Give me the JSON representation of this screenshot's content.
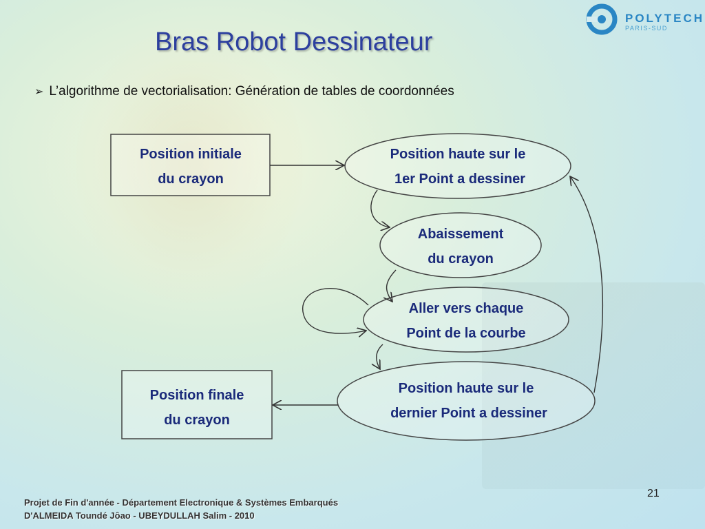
{
  "logo": {
    "name": "POLYTECH",
    "sub": "PARIS-SUD"
  },
  "title": "Bras Robot Dessinateur",
  "bullet": "L’algorithme de vectorialisation: Génération de tables de coordonnées",
  "diagram": {
    "nodes": [
      {
        "id": "pos-init",
        "shape": "rect",
        "lines": [
          "Position initiale",
          "du crayon"
        ]
      },
      {
        "id": "pos-haute-1",
        "shape": "ellipse",
        "lines": [
          "Position haute sur le",
          "1er Point a dessiner"
        ]
      },
      {
        "id": "abaissement",
        "shape": "ellipse",
        "lines": [
          "Abaissement",
          "du crayon"
        ]
      },
      {
        "id": "aller",
        "shape": "ellipse",
        "lines": [
          "Aller vers chaque",
          "Point de la courbe"
        ]
      },
      {
        "id": "pos-haute-dernier",
        "shape": "ellipse",
        "lines": [
          "Position haute sur le",
          "dernier Point a dessiner"
        ]
      },
      {
        "id": "pos-finale",
        "shape": "rect",
        "lines": [
          "Position finale",
          "du crayon"
        ]
      }
    ],
    "edges": [
      {
        "from": "pos-init",
        "to": "pos-haute-1"
      },
      {
        "from": "pos-haute-1",
        "to": "abaissement"
      },
      {
        "from": "abaissement",
        "to": "aller"
      },
      {
        "from": "aller",
        "to": "aller"
      },
      {
        "from": "aller",
        "to": "pos-haute-dernier"
      },
      {
        "from": "pos-haute-dernier",
        "to": "pos-finale"
      },
      {
        "from": "pos-haute-dernier",
        "to": "pos-haute-1"
      }
    ]
  },
  "page_number": "21",
  "footer": {
    "line1": "Projet de Fin d'année  -  Département Electronique & Systèmes Embarqués",
    "line2": "D'ALMEIDA Toundé Jôao  -  UBEYDULLAH Salim - 2010"
  }
}
